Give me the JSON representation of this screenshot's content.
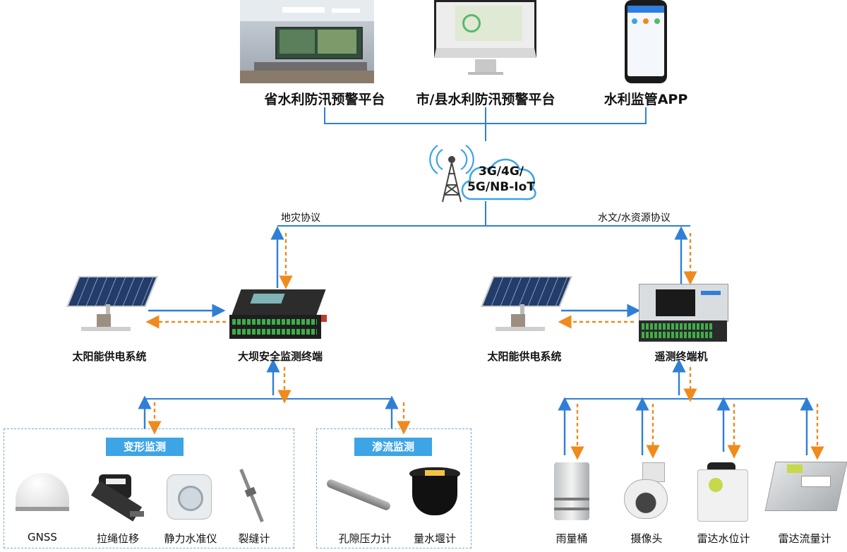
{
  "platforms": {
    "province": "省水利防汛预警平台",
    "city": "市/县水利防汛预警平台",
    "app": "水利监管APP"
  },
  "network": {
    "line1": "3G/4G/",
    "line2": "5G/NB-IoT"
  },
  "protocols": {
    "left": "地灾协议",
    "right": "水文/水资源协议"
  },
  "left_station": {
    "solar": "太阳能供电系统",
    "terminal": "大坝安全监测终端",
    "groups": [
      {
        "title": "变形监测",
        "devices": [
          "GNSS",
          "拉绳位移",
          "静力水准仪",
          "裂缝计"
        ]
      },
      {
        "title": "渗流监测",
        "devices": [
          "孔隙压力计",
          "量水堰计"
        ]
      }
    ]
  },
  "right_station": {
    "solar": "太阳能供电系统",
    "terminal": "遥测终端机",
    "devices": [
      "雨量桶",
      "摄像头",
      "雷达水位计",
      "雷达流量计"
    ]
  },
  "colors": {
    "uplink": "#2f7fd6",
    "downlink": "#f08a1c",
    "line": "#2f7fd6",
    "tag": "#3da4e6"
  }
}
